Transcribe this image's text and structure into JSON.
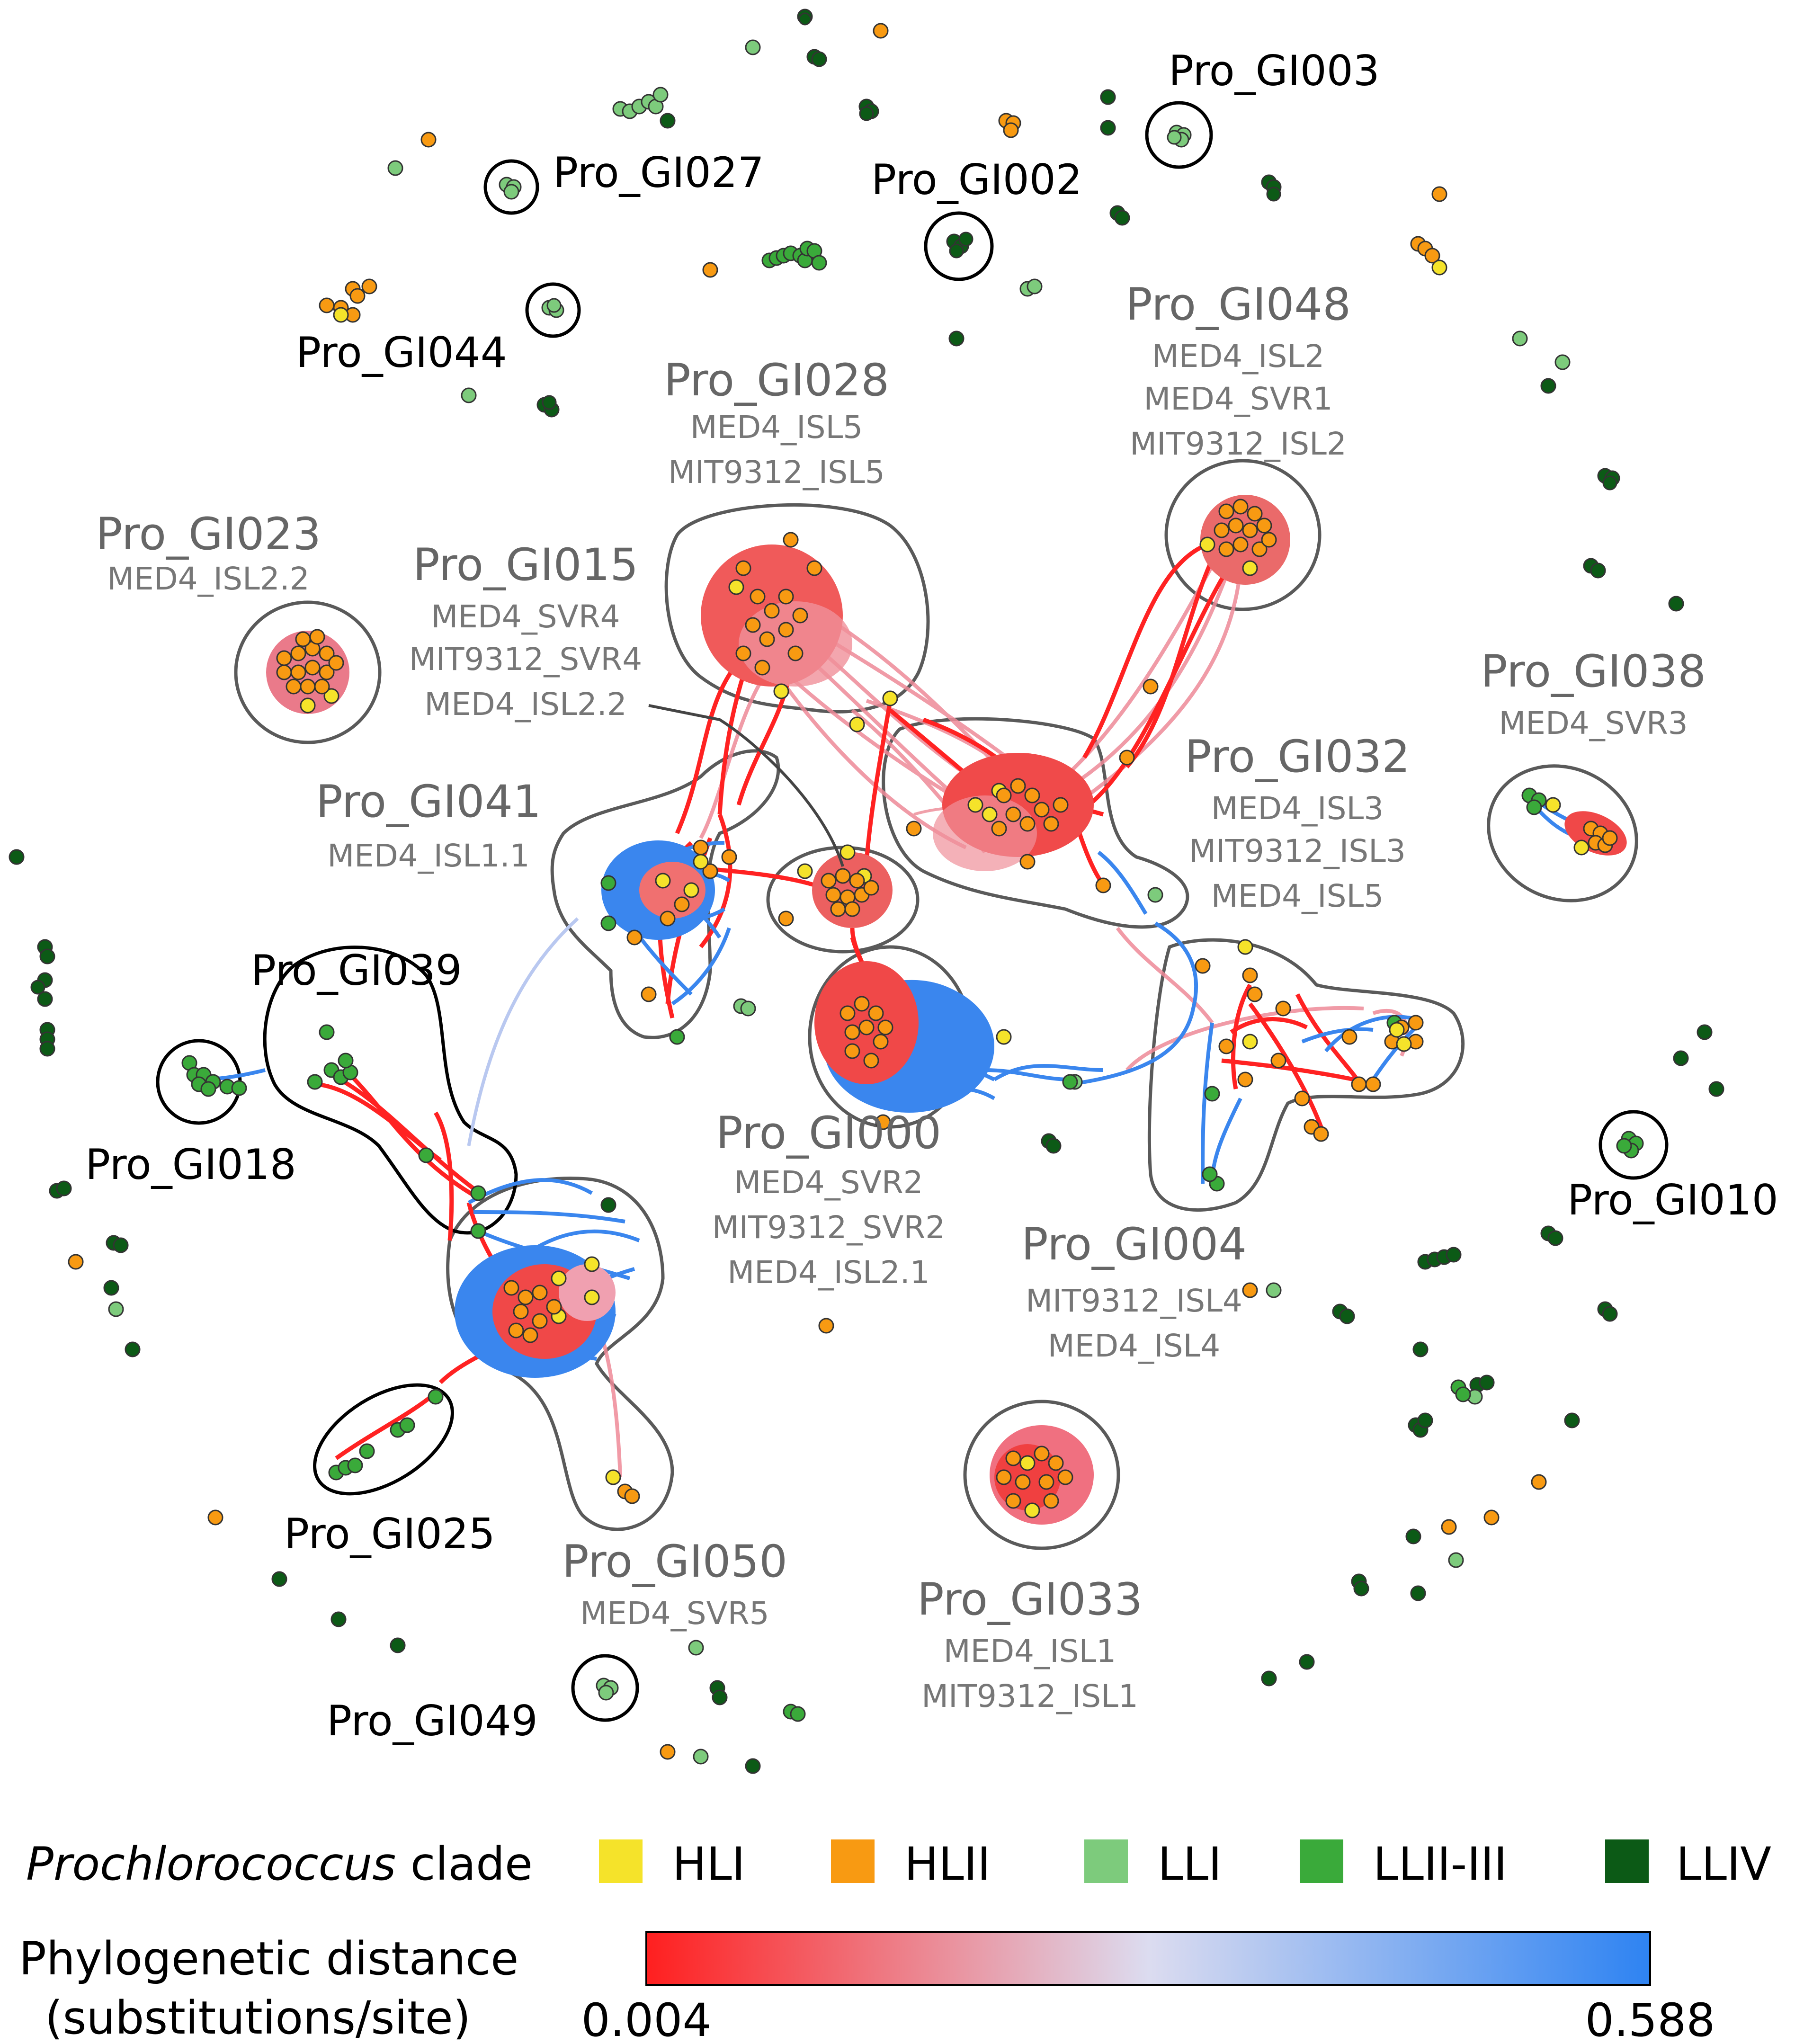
{
  "colors": {
    "HLI": "#f5e32a",
    "HLII": "#f89a12",
    "LLI": "#7dcb7c",
    "LLII-III": "#3aaa3a",
    "LLIV": "#0c5a16",
    "distance_min": "#ff1f1f",
    "distance_mid": "#dcdcf0",
    "distance_max": "#2e83f2",
    "hull": "#5a5a5a",
    "circle": "#000000"
  },
  "islands": [
    {
      "name": "Pro_GI003",
      "aliases": []
    },
    {
      "name": "Pro_GI027",
      "aliases": []
    },
    {
      "name": "Pro_GI002",
      "aliases": []
    },
    {
      "name": "Pro_GI044",
      "aliases": []
    },
    {
      "name": "Pro_GI048",
      "aliases": [
        "MED4_ISL2",
        "MED4_SVR1",
        "MIT9312_ISL2"
      ]
    },
    {
      "name": "Pro_GI028",
      "aliases": [
        "MED4_ISL5",
        "MIT9312_ISL5"
      ]
    },
    {
      "name": "Pro_GI023",
      "aliases": [
        "MED4_ISL2.2"
      ]
    },
    {
      "name": "Pro_GI015",
      "aliases": [
        "MED4_SVR4",
        "MIT9312_SVR4",
        "MED4_ISL2.2"
      ]
    },
    {
      "name": "Pro_GI038",
      "aliases": [
        "MED4_SVR3"
      ]
    },
    {
      "name": "Pro_GI032",
      "aliases": [
        "MED4_ISL3",
        "MIT9312_ISL3",
        "MED4_ISL5"
      ]
    },
    {
      "name": "Pro_GI041",
      "aliases": [
        "MED4_ISL1.1"
      ]
    },
    {
      "name": "Pro_GI039",
      "aliases": []
    },
    {
      "name": "Pro_GI018",
      "aliases": []
    },
    {
      "name": "Pro_GI000",
      "aliases": [
        "MED4_SVR2",
        "MIT9312_SVR2",
        "MED4_ISL2.1"
      ]
    },
    {
      "name": "Pro_GI010",
      "aliases": []
    },
    {
      "name": "Pro_GI004",
      "aliases": [
        "MIT9312_ISL4",
        "MED4_ISL4"
      ]
    },
    {
      "name": "Pro_GI025",
      "aliases": []
    },
    {
      "name": "Pro_GI050",
      "aliases": [
        "MED4_SVR5"
      ]
    },
    {
      "name": "Pro_GI033",
      "aliases": [
        "MED4_ISL1",
        "MIT9312_ISL1"
      ]
    },
    {
      "name": "Pro_GI049",
      "aliases": []
    }
  ],
  "legend": {
    "clade_title_italic": "Prochlorococcus",
    "clade_title_rest": " clade",
    "clades": [
      "HLI",
      "HLII",
      "LLI",
      "LLII-III",
      "LLIV"
    ],
    "distance_title_line1": "Phylogenetic distance",
    "distance_title_line2": "(substitutions/site)",
    "distance_min_label": "0.004",
    "distance_max_label": "0.588",
    "distance_min": 0.004,
    "distance_max": 0.588
  }
}
